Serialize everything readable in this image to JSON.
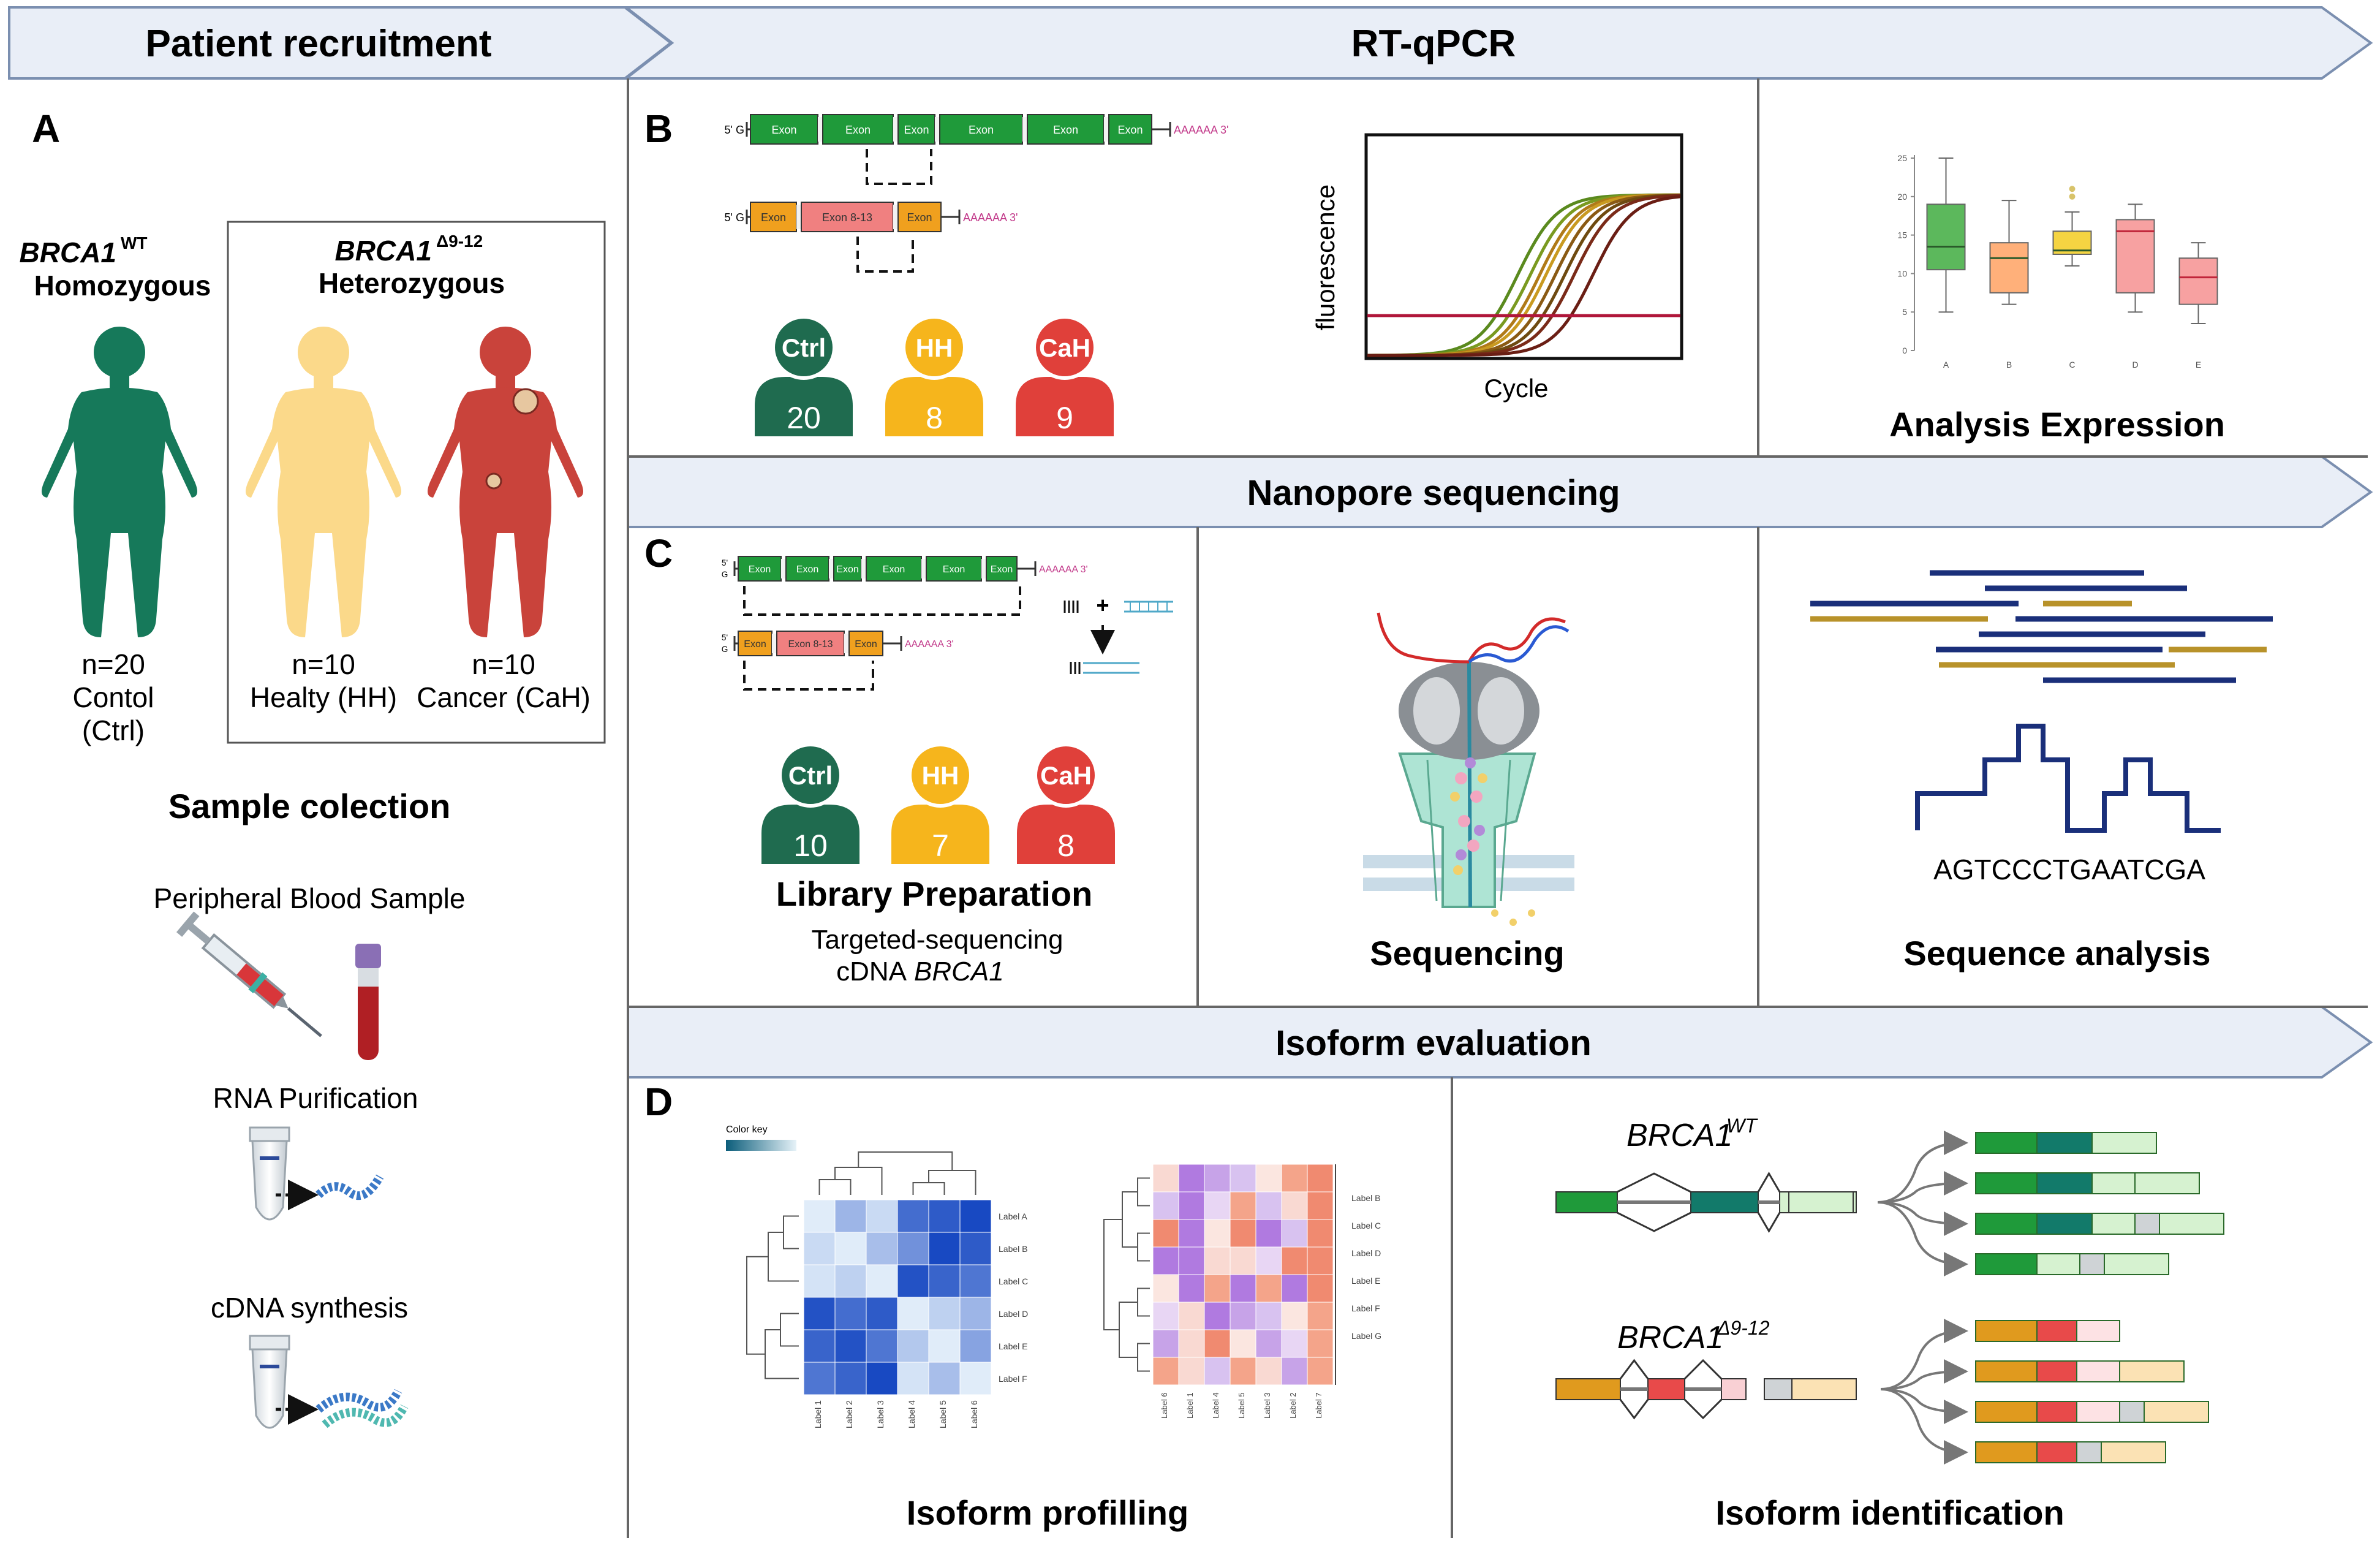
{
  "banners": {
    "patient": "Patient recruitment",
    "rtqpcr": "RT-qPCR",
    "nanopore": "Nanopore sequencing",
    "isoform": "Isoform evaluation"
  },
  "panel_letters": {
    "a": "A",
    "b": "B",
    "c": "C",
    "d": "D"
  },
  "panel_a": {
    "wt_gene": "BRCA1",
    "wt_sup": "WT",
    "wt_zyg": "Homozygous",
    "del_gene": "BRCA1",
    "del_sup": "Δ9-12",
    "del_zyg": "Heterozygous",
    "ctrl_n": "n=20",
    "ctrl_l1": "Contol",
    "ctrl_l2": "(Ctrl)",
    "hh_n": "n=10",
    "hh_l": "Healty (HH)",
    "cah_n": "n=10",
    "cah_l": "Cancer (CaH)",
    "sample_title": "Sample colection",
    "blood": "Peripheral Blood Sample",
    "rna": "RNA Purification",
    "cdna": "cDNA synthesis"
  },
  "transcript_labels": {
    "five_prime": "5' G",
    "five": "5'",
    "g": "G",
    "exon": "Exon",
    "exon813": "Exon 8-13",
    "polyA": "AAAAAA 3'"
  },
  "panel_b": {
    "groups": [
      {
        "label": "Ctrl",
        "n": "20"
      },
      {
        "label": "HH",
        "n": "8"
      },
      {
        "label": "CaH",
        "n": "9"
      }
    ],
    "ylabel": "fluorescence",
    "xlabel": "Cycle",
    "analysis_title": "Analysis Expression"
  },
  "chart_data": [
    {
      "type": "line",
      "title": "",
      "xlabel": "Cycle",
      "ylabel": "fluorescence",
      "series": [
        {
          "values": "sigmoid amplification curve",
          "midpoint": 0.48,
          "color": "#5a8a1e"
        },
        {
          "values": "sigmoid amplification curve",
          "midpoint": 0.52,
          "color": "#7a9a20"
        },
        {
          "values": "sigmoid amplification curve",
          "midpoint": 0.55,
          "color": "#b07a18"
        },
        {
          "values": "sigmoid amplification curve",
          "midpoint": 0.57,
          "color": "#c99a20"
        },
        {
          "values": "sigmoid amplification curve",
          "midpoint": 0.6,
          "color": "#8a5a14"
        },
        {
          "values": "sigmoid amplification curve",
          "midpoint": 0.63,
          "color": "#6e4a10"
        },
        {
          "values": "sigmoid amplification curve",
          "midpoint": 0.66,
          "color": "#7a2a18"
        },
        {
          "values": "sigmoid amplification curve",
          "midpoint": 0.72,
          "color": "#6a1e14"
        }
      ],
      "threshold_color": "#b0163a"
    },
    {
      "type": "box",
      "categories": [
        "A",
        "B",
        "C",
        "D",
        "E"
      ],
      "y_ticks": [
        "0",
        "5",
        "10",
        "15",
        "20",
        "25"
      ],
      "ylim": [
        0,
        25
      ],
      "boxes": [
        {
          "cat": "A",
          "min": 5,
          "q1": 10.5,
          "median": 13.5,
          "q3": 19,
          "max": 25,
          "color": "#5cb85c"
        },
        {
          "cat": "B",
          "min": 6,
          "q1": 7.5,
          "median": 12,
          "q3": 14,
          "max": 19.5,
          "color": "#ffb07a"
        },
        {
          "cat": "C",
          "min": 11,
          "q1": 12.5,
          "median": 13,
          "q3": 15.5,
          "max": 18,
          "outliers": [
            20,
            21
          ],
          "color": "#f5d442"
        },
        {
          "cat": "D",
          "min": 5,
          "q1": 7.5,
          "median": 15.5,
          "q3": 17,
          "max": 19,
          "color": "#f7a1a1"
        },
        {
          "cat": "E",
          "min": 3.5,
          "q1": 6,
          "median": 9.5,
          "q3": 12,
          "max": 14,
          "color": "#f7a1a1"
        }
      ]
    }
  ],
  "panel_c": {
    "groups": [
      {
        "label": "Ctrl",
        "n": "10"
      },
      {
        "label": "HH",
        "n": "7"
      },
      {
        "label": "CaH",
        "n": "8"
      }
    ],
    "lib_title": "Library Preparation",
    "lib_sub1": "Targeted-sequencing",
    "lib_sub2": "cDNA",
    "lib_sub2_gene": "BRCA1",
    "seq_title": "Sequencing",
    "seq_analysis_title": "Sequence analysis",
    "sequence": "AGTCCCTGAATCGA"
  },
  "panel_d": {
    "color_key": "Color key",
    "heat1_rows": [
      "Label A",
      "Label B",
      "Label C",
      "Label D",
      "Label E",
      "Label F"
    ],
    "heat1_cols": [
      "Label 1",
      "Label 2",
      "Label 3",
      "Label 4",
      "Label 5",
      "Label 6"
    ],
    "heat2_rows": [
      "Label B",
      "Label C",
      "Label D",
      "Label E",
      "Label F",
      "Label G"
    ],
    "heat2_cols": [
      "Label 6",
      "Label 1",
      "Label 4",
      "Label 5",
      "Label 3",
      "Label 2",
      "Label 7"
    ],
    "profiling_title": "Isoform profilling",
    "wt_gene": "BRCA1",
    "wt_sup": "WT",
    "del_gene": "BRCA1",
    "del_sup": "Δ9-12",
    "identification_title": "Isoform identification"
  },
  "colors": {
    "ctrl": "#1f6b4f",
    "hh": "#f6b51c",
    "cah": "#e0403a",
    "banner_fill": "#e9eef7",
    "banner_stroke": "#7b8fb0",
    "exon_green": "#1f9a3a",
    "exon_orange": "#f0a01e",
    "exon_pink": "#f08080",
    "navy": "#1a2f7a",
    "gold": "#b8922a"
  }
}
